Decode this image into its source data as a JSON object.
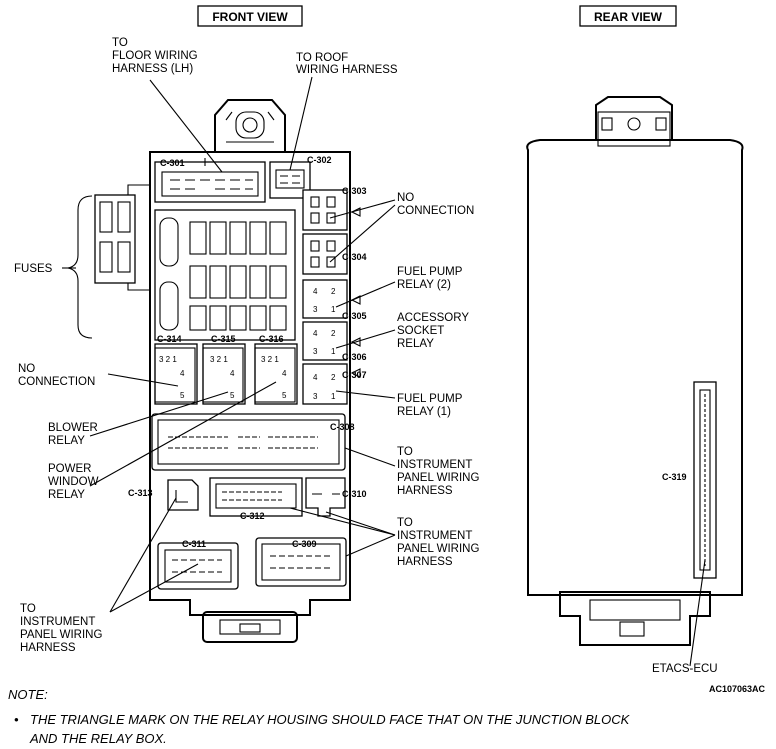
{
  "views": {
    "front": "FRONT VIEW",
    "rear": "REAR VIEW"
  },
  "labels": {
    "floor_harness_1": "TO",
    "floor_harness_2": "FLOOR WIRING",
    "floor_harness_3": "HARNESS (LH)",
    "roof_harness_1": "TO ROOF",
    "roof_harness_2": "WIRING HARNESS",
    "fuses": "FUSES",
    "no_conn_right_1": "NO",
    "no_conn_right_2": "CONNECTION",
    "fuel_pump_2_1": "FUEL PUMP",
    "fuel_pump_2_2": "RELAY (2)",
    "accessory_1": "ACCESSORY",
    "accessory_2": "SOCKET",
    "accessory_3": "RELAY",
    "fuel_pump_1_1": "FUEL PUMP",
    "fuel_pump_1_2": "RELAY (1)",
    "no_conn_left_1": "NO",
    "no_conn_left_2": "CONNECTION",
    "blower_1": "BLOWER",
    "blower_2": "RELAY",
    "power_window_1": "POWER",
    "power_window_2": "WINDOW",
    "power_window_3": "RELAY",
    "ip_harness_a_1": "TO",
    "ip_harness_a_2": "INSTRUMENT",
    "ip_harness_a_3": "PANEL WIRING",
    "ip_harness_a_4": "HARNESS",
    "ip_harness_b_1": "TO",
    "ip_harness_b_2": "INSTRUMENT",
    "ip_harness_b_3": "PANEL WIRING",
    "ip_harness_b_4": "HARNESS",
    "ip_harness_c_1": "TO",
    "ip_harness_c_2": "INSTRUMENT",
    "ip_harness_c_3": "PANEL WIRING",
    "ip_harness_c_4": "HARNESS",
    "etacs": "ETACS-ECU",
    "figure_code": "AC107063AC"
  },
  "connectors": {
    "c301": "C-301",
    "c302": "C-302",
    "c303": "C-303",
    "c304": "C-304",
    "c305": "C-305",
    "c306": "C-306",
    "c307": "C-307",
    "c308": "C-308",
    "c309": "C-309",
    "c310": "C-310",
    "c311": "C-311",
    "c312": "C-312",
    "c313": "C-313",
    "c314": "C-314",
    "c315": "C-315",
    "c316": "C-316",
    "c319": "C-319"
  },
  "relay_pins": {
    "row_top": "3 2 1",
    "pin4": "4",
    "pin5": "5",
    "pin_4": "4",
    "pin_2": "2",
    "pin_3": "3",
    "pin_1": "1"
  },
  "note": {
    "heading": "NOTE:",
    "bullet": "•",
    "line1": "THE TRIANGLE MARK ON THE RELAY HOUSING SHOULD FACE THAT ON THE JUNCTION BLOCK",
    "line2": "AND THE RELAY BOX."
  }
}
